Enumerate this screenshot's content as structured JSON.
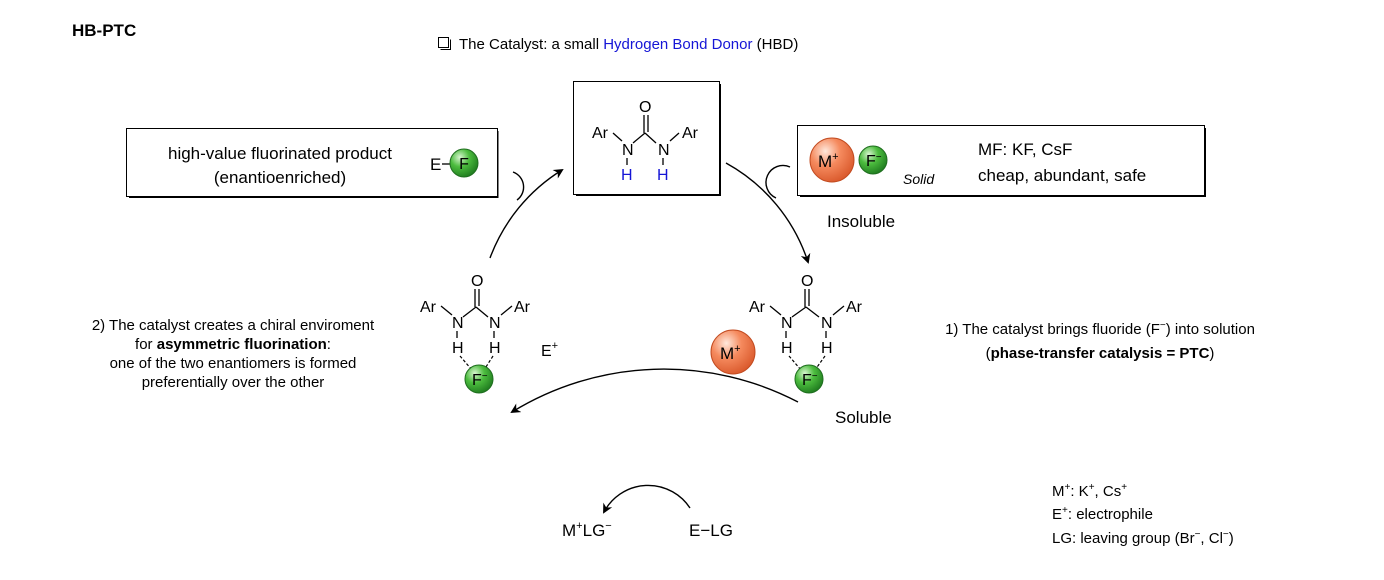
{
  "title": "HB-PTC",
  "catalyst_header": {
    "prefix": "The Catalyst: a small ",
    "highlight": "Hydrogen Bond Donor",
    "suffix": " (HBD)",
    "highlight_color": "#1515d6"
  },
  "product_box": {
    "line1": "high-value fluorinated product",
    "line2": "(enantioenriched)",
    "electrophile": "E",
    "fluorine": "F"
  },
  "urea": {
    "aryl": "Ar",
    "nitrogen": "N",
    "oxygen": "O",
    "hydrogen": "H"
  },
  "salt_box": {
    "metal": "M",
    "metal_charge": "+",
    "fluoride": "F",
    "fluoride_charge": "−",
    "state": "Solid",
    "line1": "MF: KF, CsF",
    "line2": "cheap, abundant, safe"
  },
  "insoluble_label": "Insoluble",
  "soluble_label": "Soluble",
  "left_complex": {
    "electrophile": "E",
    "electrophile_charge": "+"
  },
  "left_text": {
    "line1": "2) The catalyst creates a chiral enviroment",
    "line2_prefix": "for ",
    "line2_bold": "asymmetric fluorination",
    "line2_suffix": ":",
    "line3": "one of the two enantiomers is formed",
    "line4": "preferentially over the other"
  },
  "right_text": {
    "line1_prefix": "1) The catalyst brings fluoride (F",
    "line1_charge": "−",
    "line1_suffix": ") into solution",
    "line2_prefix": "(",
    "line2_bold": "phase-transfer catalysis = PTC",
    "line2_suffix": ")"
  },
  "byproduct": {
    "metal": "M",
    "metal_charge": "+",
    "group": "LG",
    "group_charge": "−"
  },
  "reagent": "E−LG",
  "legend": {
    "metal_line": {
      "metal": "M",
      "label": ": K",
      "label2": ", Cs",
      "charge": "+"
    },
    "electrophile_line": {
      "symbol": "E",
      "charge": "+",
      "label": ": electrophile"
    },
    "lg_line": {
      "prefix": "LG: leaving group (Br",
      "charge": "−",
      "mid": ", Cl",
      "suffix": ")"
    }
  },
  "colors": {
    "fluorine_ball": "#2e9a2e",
    "metal_ball": "#f07a4a",
    "nh_hydrogen": "#1515d6"
  }
}
